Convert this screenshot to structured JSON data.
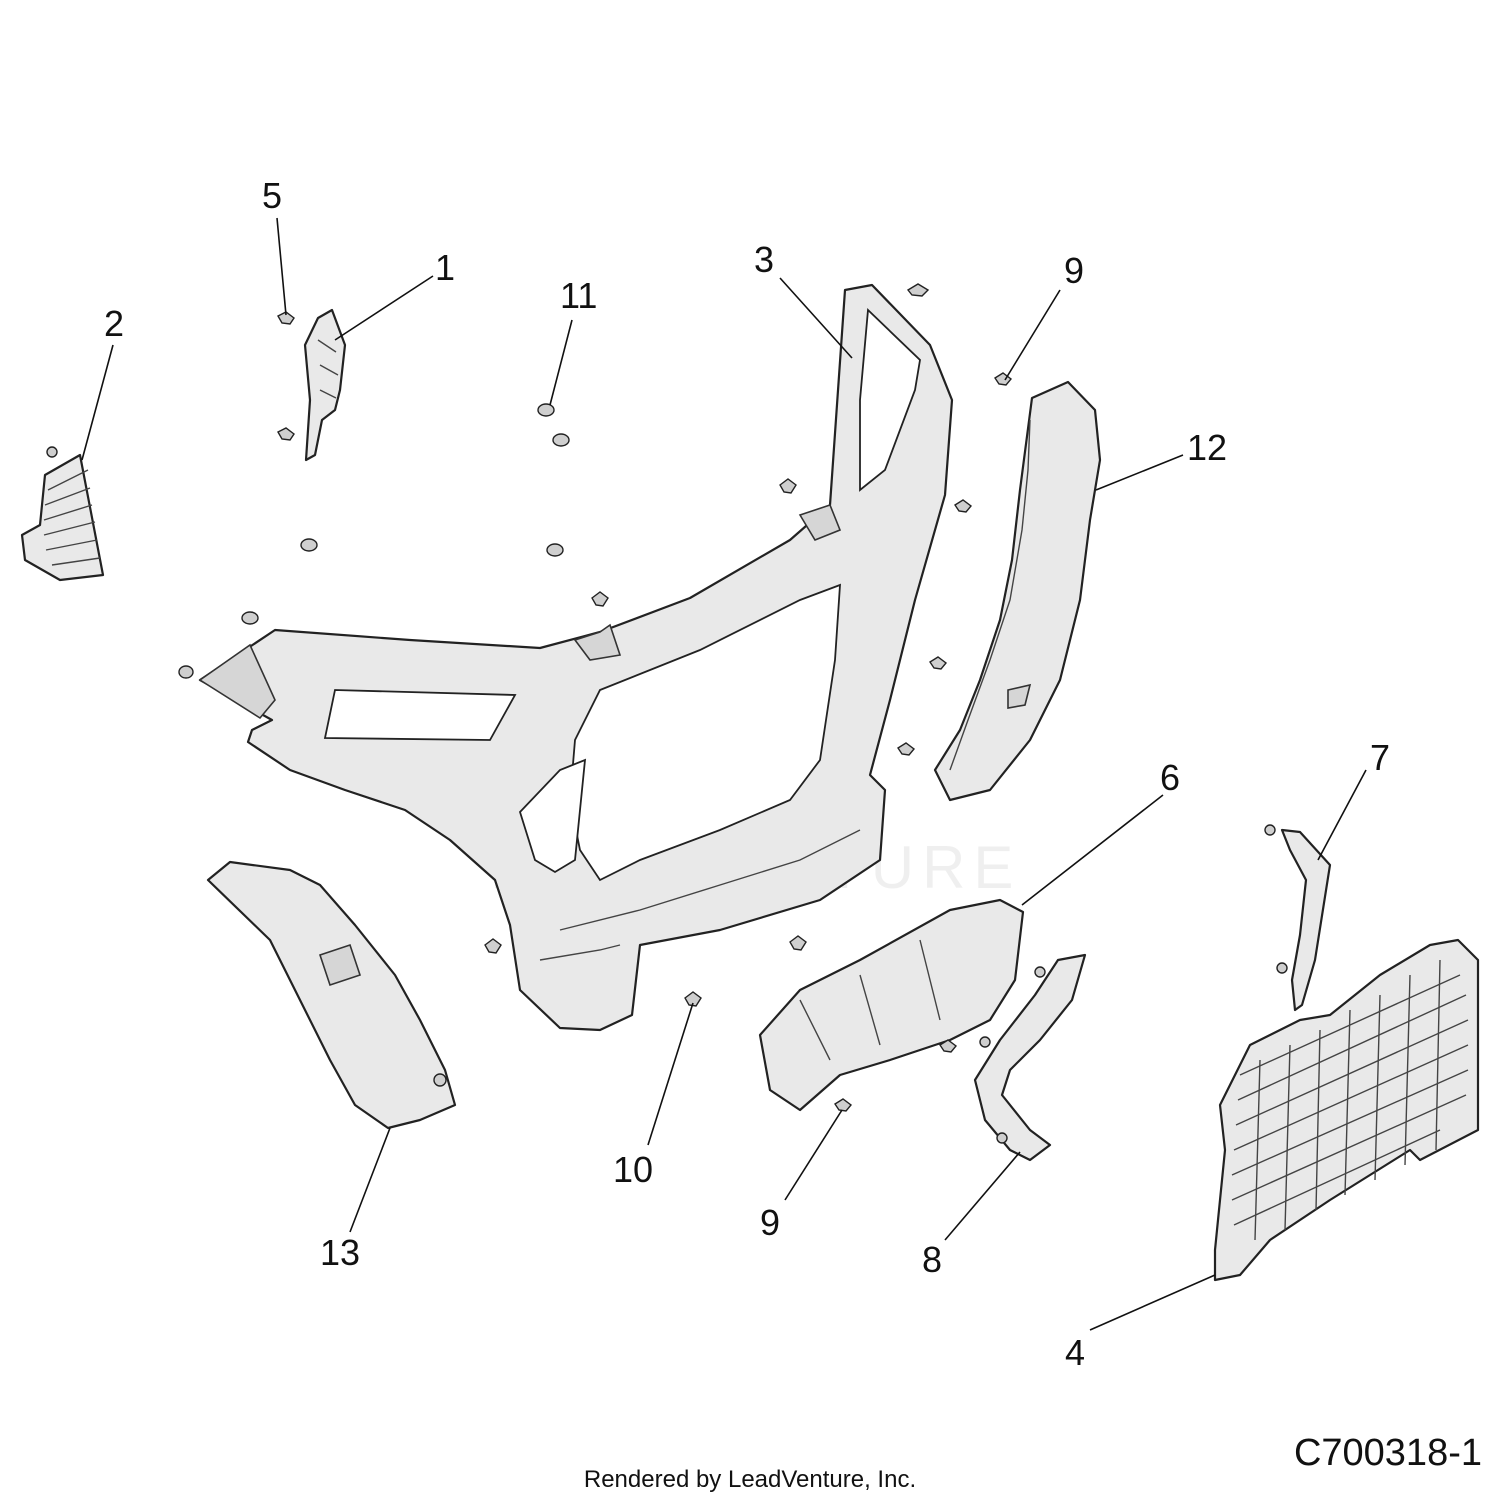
{
  "callouts": {
    "c1": "1",
    "c2": "2",
    "c3": "3",
    "c4": "4",
    "c5": "5",
    "c6": "6",
    "c7": "7",
    "c8": "8",
    "c9a": "9",
    "c9b": "9",
    "c10": "10",
    "c11": "11",
    "c12": "12",
    "c13": "13"
  },
  "footer": {
    "diagram_code": "C700318-1",
    "credit": "Rendered by LeadVenture, Inc."
  },
  "watermark_text": "LEADVENTURE"
}
